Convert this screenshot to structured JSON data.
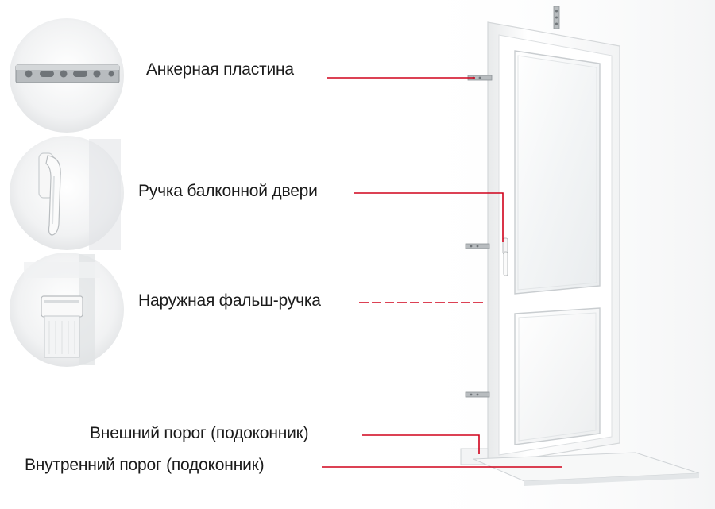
{
  "labels": {
    "anchor_plate": "Анкерная пластина",
    "door_handle": "Ручка балконной двери",
    "outer_handle": "Наружная фальш-ручка",
    "outer_sill": "Внешний порог (подоконник)",
    "inner_sill": "Внутренний порог (подоконник)"
  },
  "colors": {
    "leader_line": "#d0021b",
    "text": "#1b1b1b",
    "frame": "#ffffff",
    "glass": "#f4f6f7"
  },
  "icons": {
    "circle_1": "anchor-plate-icon",
    "circle_2": "door-handle-icon",
    "circle_3": "outer-pull-handle-icon"
  }
}
